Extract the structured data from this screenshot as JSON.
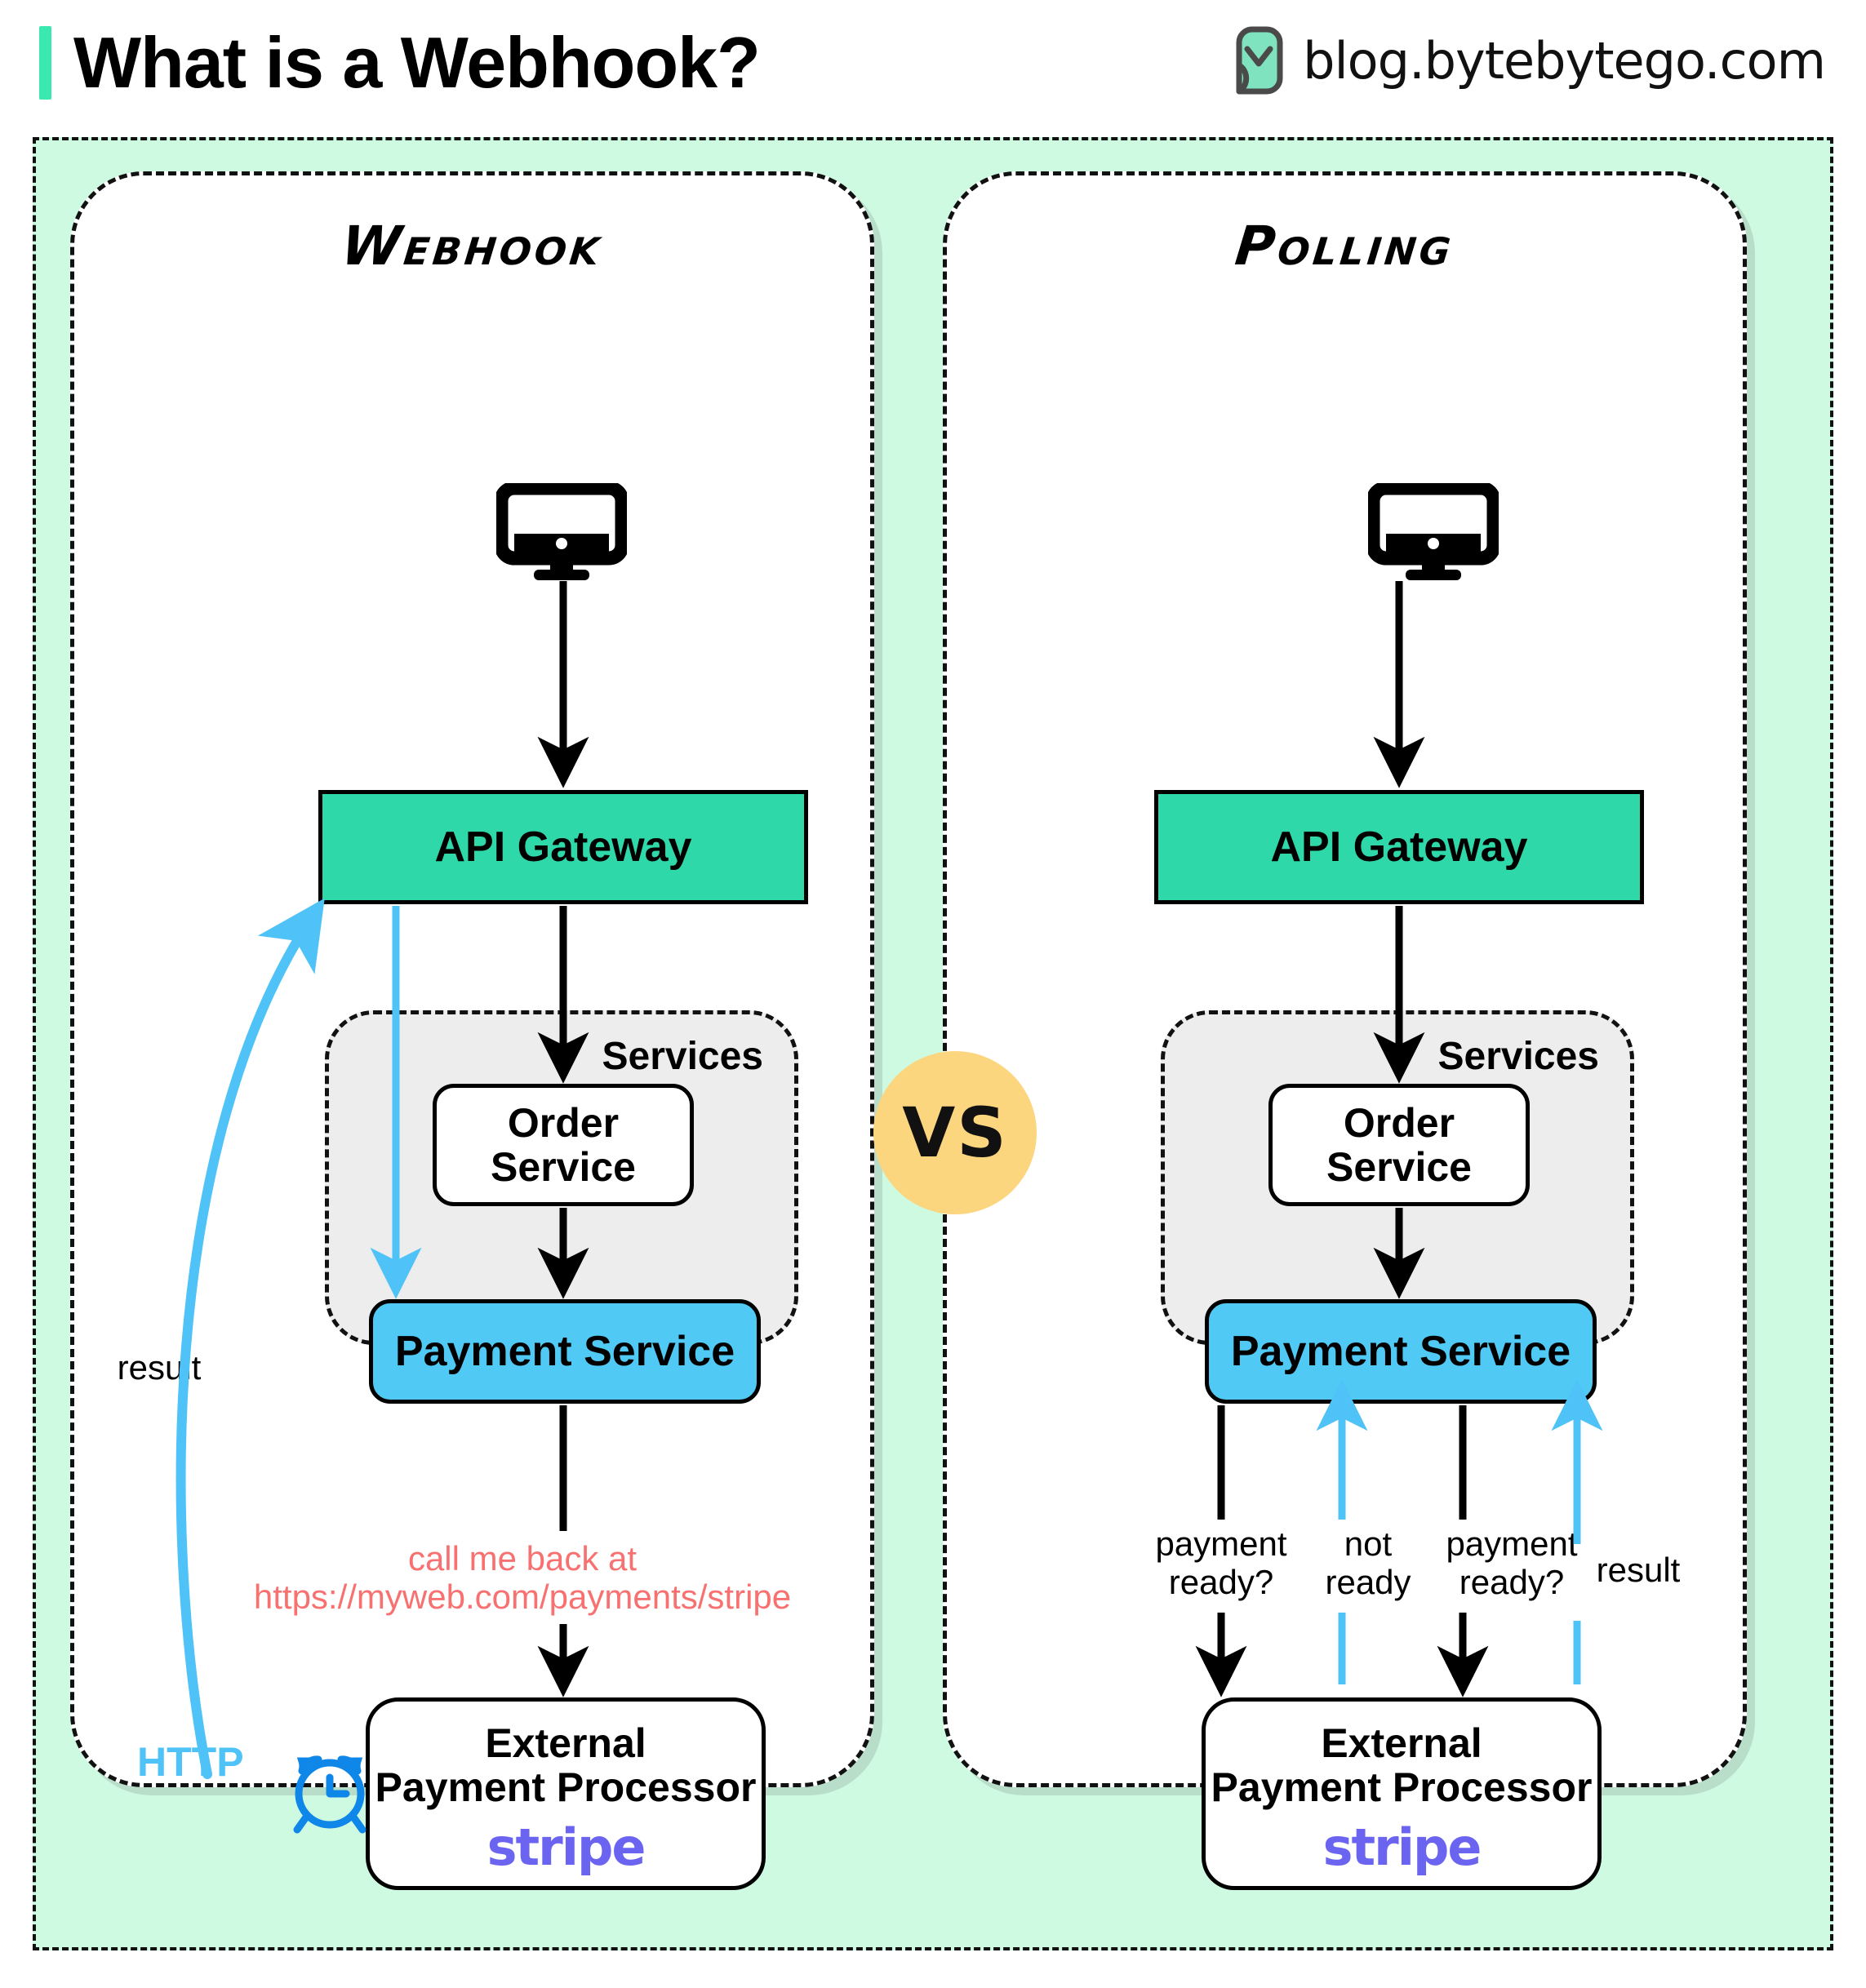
{
  "header": {
    "title": "What is a Webhook?",
    "brand_text": "blog.bytebytego.com",
    "accent_color": "#3AE8B0"
  },
  "vs_badge": {
    "label": "VS",
    "color": "#FCD67E"
  },
  "colors": {
    "canvas_mint": "#CFFAE2",
    "api_gateway": "#2ED8A8",
    "payment_service": "#51C9F5",
    "services_bg": "#EDEDED",
    "http_blue": "#4FC3F7",
    "clock_blue": "#0E87E8",
    "callback_red": "#F87171",
    "stripe_purple": "#6B64F0"
  },
  "panels": [
    {
      "id": "webhook",
      "title": "Webhook",
      "nodes": {
        "client_icon": "monitor-icon",
        "api_gateway": "API Gateway",
        "services_label": "Services",
        "order_service_line1": "Order",
        "order_service_line2": "Service",
        "payment_service": "Payment Service",
        "external_line1": "External",
        "external_line2": "Payment Processor",
        "stripe_logo": "stripe"
      },
      "edge_labels": {
        "callback_line1": "call me back at",
        "callback_line2": "https://myweb.com/payments/stripe",
        "result": "result",
        "http": "HTTP",
        "clock_icon": "alarm-clock-icon"
      }
    },
    {
      "id": "polling",
      "title": "Polling",
      "nodes": {
        "client_icon": "monitor-icon",
        "api_gateway": "API Gateway",
        "services_label": "Services",
        "order_service_line1": "Order",
        "order_service_line2": "Service",
        "payment_service": "Payment Service",
        "external_line1": "External",
        "external_line2": "Payment Processor",
        "stripe_logo": "stripe"
      },
      "edge_labels": {
        "poll1_line1": "payment",
        "poll1_line2": "ready?",
        "notready_line1": "not",
        "notready_line2": "ready",
        "poll2_line1": "payment",
        "poll2_line2": "ready?",
        "result": "result"
      }
    }
  ]
}
